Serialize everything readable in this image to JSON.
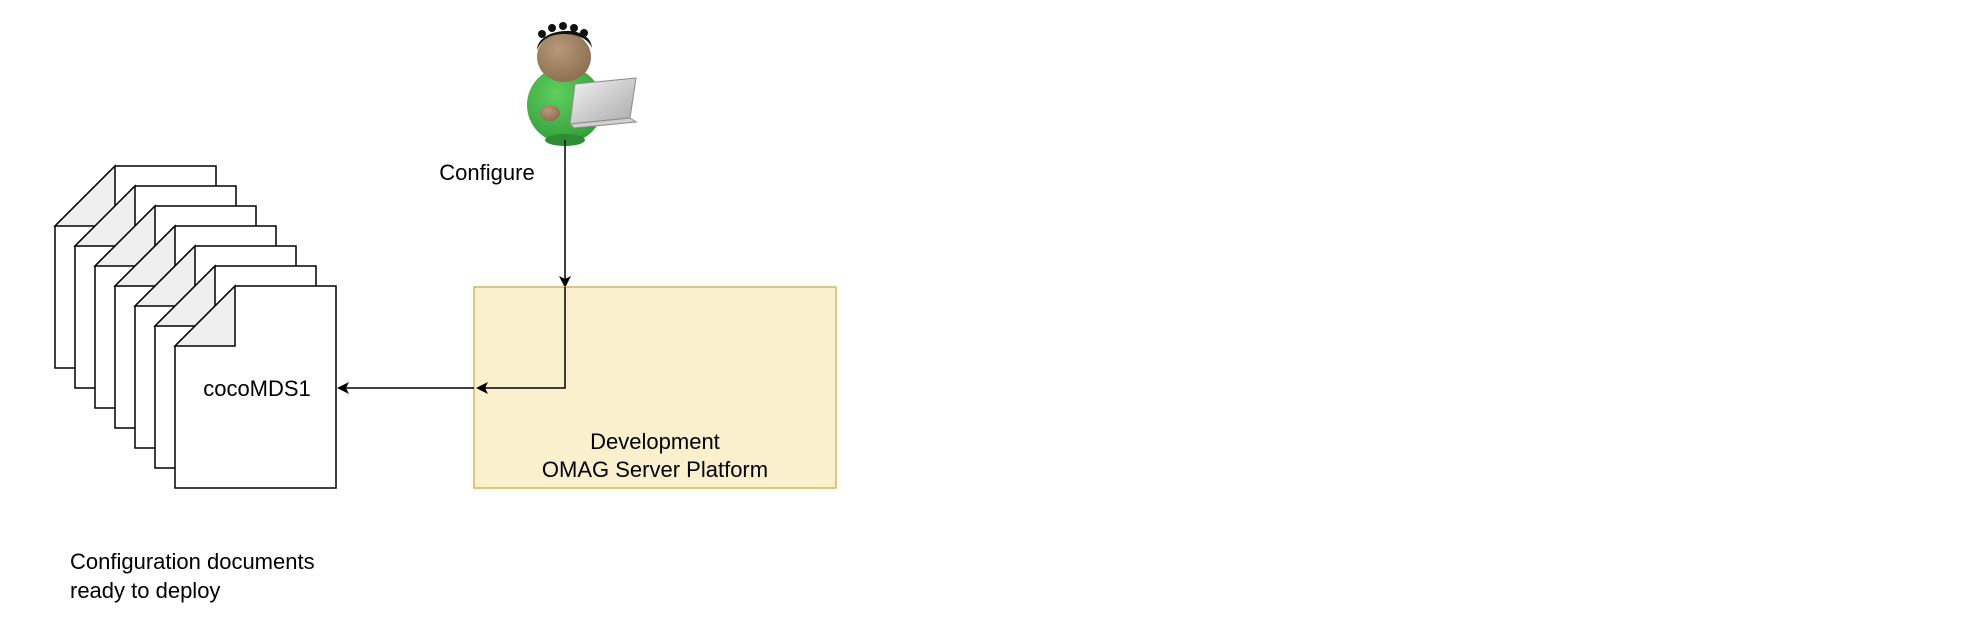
{
  "actor": {
    "icon": "person-with-laptop-icon"
  },
  "edges": {
    "configure_label": "Configure"
  },
  "platform": {
    "line1": "Development",
    "line2": "OMAG Server Platform",
    "fill": "#fbf0cd",
    "stroke": "#d6b656"
  },
  "documents": {
    "front_label": "cocoMDS1",
    "stack_count": 7,
    "caption_line1": "Configuration documents",
    "caption_line2": "ready to deploy",
    "fold_fill": "#efefef"
  }
}
